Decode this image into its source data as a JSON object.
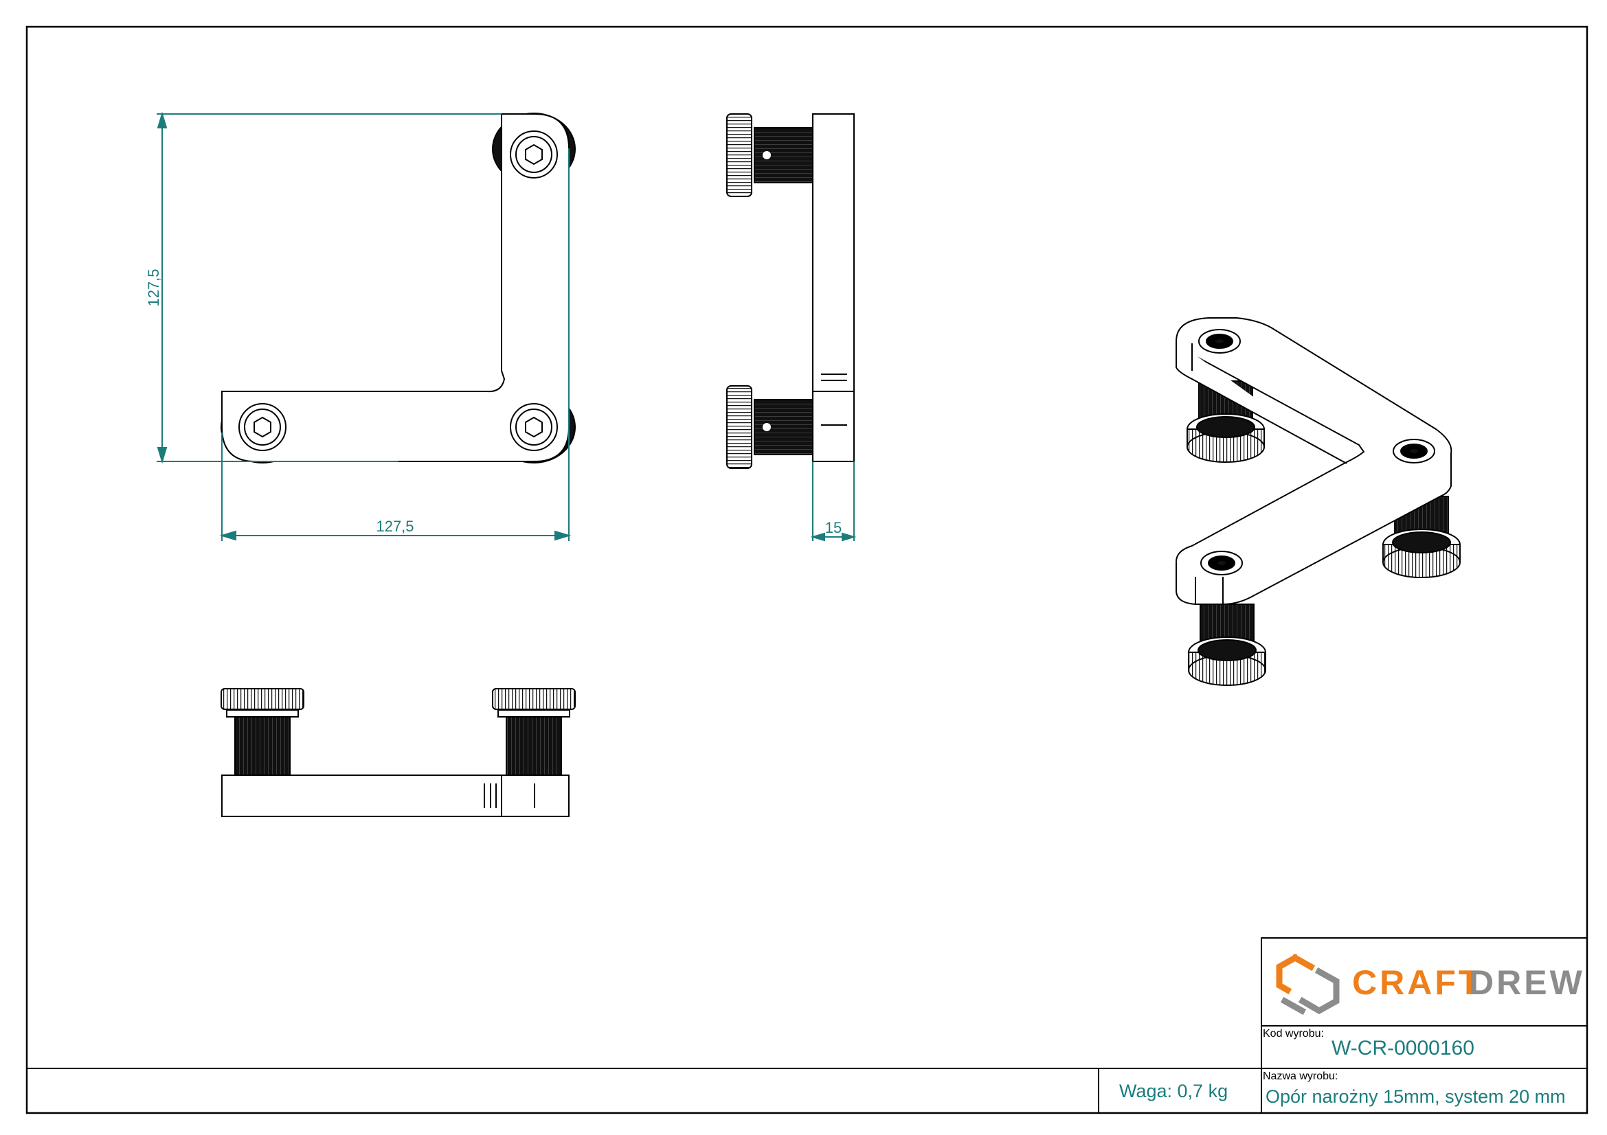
{
  "dimensions": {
    "height": "127,5",
    "width": "127,5",
    "thickness": "15"
  },
  "title_block": {
    "brand_part1": "CRAFT",
    "brand_part2": "DREW",
    "product_code_label": "Kod wyrobu:",
    "product_code": "W-CR-0000160",
    "product_name_label": "Nazwa wyrobu:",
    "product_name": "Opór narożny 15mm, system 20 mm",
    "weight": "Waga: 0,7 kg"
  },
  "colors": {
    "dimension": "#1c7c7c",
    "brand_orange": "#ef7f1a",
    "brand_gray": "#8c8c8c",
    "line": "#000000"
  }
}
